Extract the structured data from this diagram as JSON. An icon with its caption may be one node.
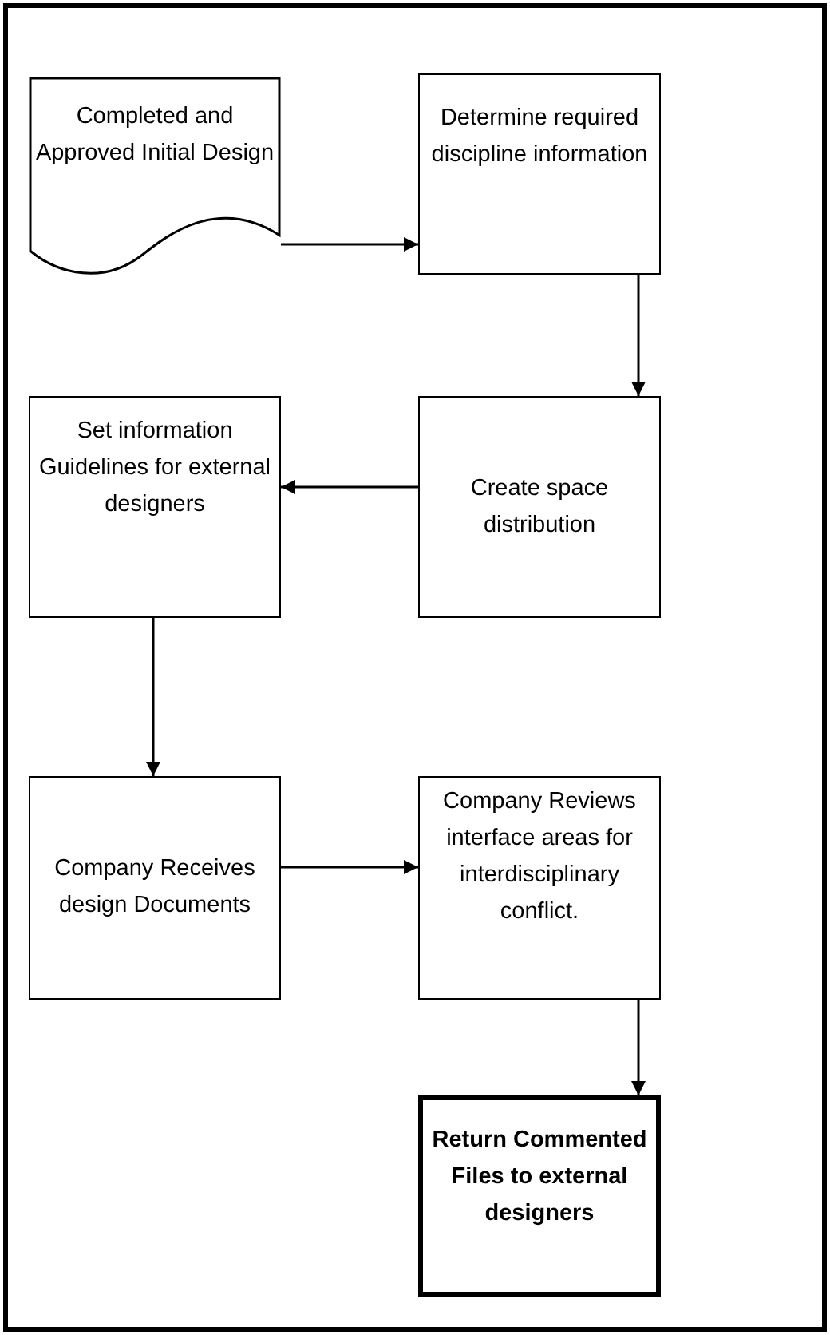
{
  "diagram": {
    "nodes": [
      {
        "text": [
          "Completed and Approved Initial Design"
        ]
      },
      {
        "text": [
          "Determine required discipline information"
        ]
      },
      {
        "text": [
          "Create space distribution"
        ]
      },
      {
        "text": [
          "Set information Guidelines for external designers"
        ]
      },
      {
        "text": [
          "Company Receives design Documents"
        ]
      },
      {
        "text": [
          "Company Reviews interface areas for interdisciplinary conflict."
        ]
      },
      {
        "text": [
          "Return Commented Files to external designers"
        ]
      }
    ],
    "edges": [
      {
        "from": 0,
        "to": 1,
        "arrow": "to"
      },
      {
        "from": 1,
        "to": 2,
        "arrow": "to"
      },
      {
        "from": 2,
        "to": 3,
        "arrow": "to"
      },
      {
        "from": 3,
        "to": 4,
        "arrow": "to"
      },
      {
        "from": 4,
        "to": 5,
        "arrow": "to"
      },
      {
        "from": 5,
        "to": 6,
        "arrow": "to"
      }
    ]
  }
}
